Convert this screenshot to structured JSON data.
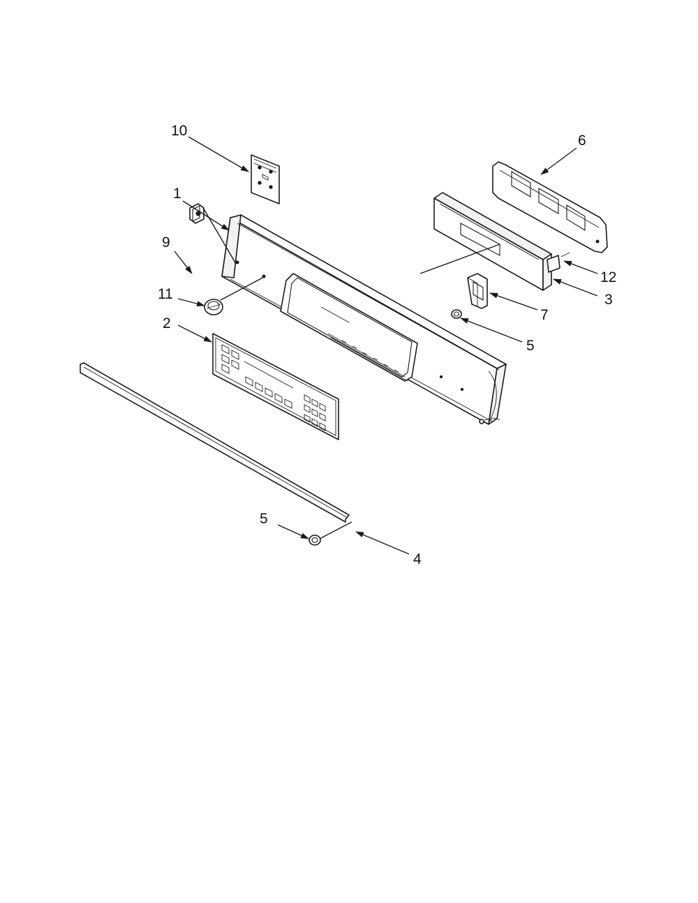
{
  "diagram": {
    "callouts": [
      {
        "id": "c10",
        "text": "10"
      },
      {
        "id": "c1",
        "text": "1"
      },
      {
        "id": "c9",
        "text": "9"
      },
      {
        "id": "c11",
        "text": "11"
      },
      {
        "id": "c2",
        "text": "2"
      },
      {
        "id": "c6",
        "text": "6"
      },
      {
        "id": "c12",
        "text": "12"
      },
      {
        "id": "c3",
        "text": "3"
      },
      {
        "id": "c7",
        "text": "7"
      },
      {
        "id": "c5a",
        "text": "5"
      },
      {
        "id": "c5b",
        "text": "5"
      },
      {
        "id": "c4",
        "text": "4"
      }
    ]
  }
}
